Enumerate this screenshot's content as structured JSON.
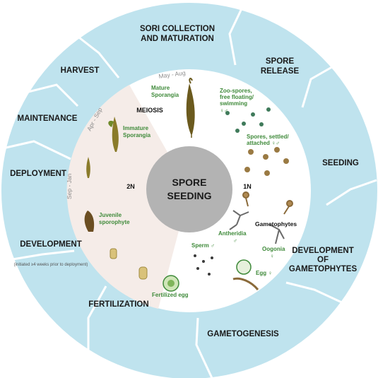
{
  "outer_stages": [
    {
      "id": "sori",
      "lines": [
        "SORI COLLECTION",
        "AND MATURATION"
      ]
    },
    {
      "id": "spore-release",
      "lines": [
        "SPORE",
        "RELEASE"
      ]
    },
    {
      "id": "seeding",
      "lines": [
        "SEEDING"
      ]
    },
    {
      "id": "dev-gametophytes",
      "lines": [
        "DEVELOPMENT",
        "OF",
        "GAMETOPHYTES"
      ]
    },
    {
      "id": "gametogenesis",
      "lines": [
        "GAMETOGENESIS"
      ]
    },
    {
      "id": "fertilization",
      "lines": [
        "FERTILIZATION"
      ]
    },
    {
      "id": "development",
      "lines": [
        "DEVELOPMENT"
      ]
    },
    {
      "id": "deployment",
      "lines": [
        "DEPLOYMENT"
      ]
    },
    {
      "id": "maintenance",
      "lines": [
        "MAINTENANCE"
      ]
    },
    {
      "id": "harvest",
      "lines": [
        "HARVEST"
      ]
    }
  ],
  "development_note": "(initiated ≥4 weeks prior to deployment)",
  "seasons": {
    "may_aug": "May - Aug",
    "apr_sep": "Apr - Sep",
    "sep_jan": "Sep - Jan"
  },
  "center": {
    "line1": "SPORE",
    "line2": "SEEDING"
  },
  "ploidy": {
    "diploid": "2N",
    "haploid": "1N"
  },
  "meiosis": "MEIOSIS",
  "inner_labels": {
    "mature_sporangia": [
      "Mature",
      "Sporangia"
    ],
    "immature_sporangia": [
      "Immature",
      "Sporangia"
    ],
    "zoospores": [
      "Zoo-spores,",
      "free floating/",
      "swimming"
    ],
    "zoospores_sex": "♀♂",
    "spores_settled": [
      "Spores, settled/",
      "attached ♀♂"
    ],
    "gametophytes": "Gametophytes",
    "antheridia": [
      "Antheridia",
      "♂"
    ],
    "oogonia": [
      "Oogonia",
      "♀"
    ],
    "sperm": "Sperm ♂",
    "egg": "Egg ♀",
    "fertilized_egg": "Fertilized egg",
    "juvenile": [
      "Juvenile",
      "sporophyte"
    ]
  },
  "colors": {
    "ring": "#bfe3ee",
    "ring_stroke": "#ffffff",
    "inner_pink": "#f5ece8",
    "center_grey": "#b3b3b3",
    "label_green": "#3f8a3a",
    "kelp": "#6b5a1e",
    "spore": "#9a7a43"
  },
  "icons": [
    "kelp-blade-icon",
    "zoospore-icon",
    "settled-spore-icon",
    "gametophyte-icon",
    "sperm-icon",
    "egg-icon",
    "fertilized-egg-icon",
    "juvenile-sporophyte-icon"
  ]
}
